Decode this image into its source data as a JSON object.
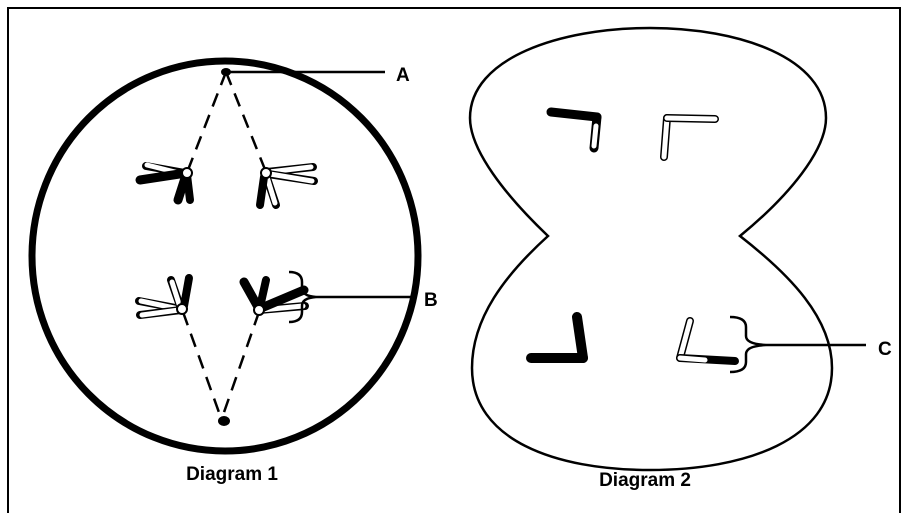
{
  "labels": {
    "a": "A",
    "b": "B",
    "c": "C"
  },
  "captions": {
    "diagram1": "Diagram 1",
    "diagram2": "Diagram 2"
  },
  "colors": {
    "stroke": "#000000",
    "background": "#ffffff",
    "light_chromosome": "#ffffff"
  }
}
